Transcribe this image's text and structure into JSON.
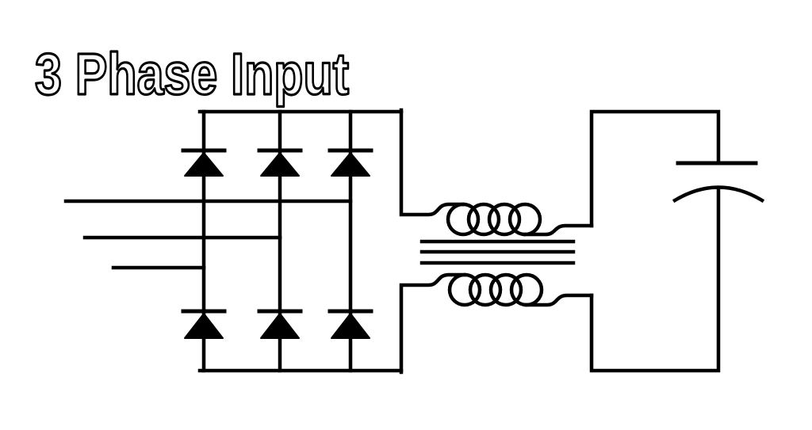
{
  "title": "3 Phase Input",
  "colors": {
    "background": "#ffffff",
    "line": "#000000",
    "title_fill": "#ffffff",
    "title_outline": "#000000"
  },
  "diagram": {
    "type": "circuit-schematic",
    "subject": "three-phase bridge rectifier feeding a two-winding choke transformer and a polarized smoothing capacitor",
    "components": [
      {
        "name": "three-phase-input-lines",
        "line_count": 3
      },
      {
        "name": "bridge-rectifier",
        "diode_count": 6,
        "legs": 3
      },
      {
        "name": "transformer-choke",
        "windings": 2,
        "turns_per_winding": 4,
        "core_lines": 3
      },
      {
        "name": "polarized-capacitor",
        "plate_count": 2
      }
    ]
  }
}
